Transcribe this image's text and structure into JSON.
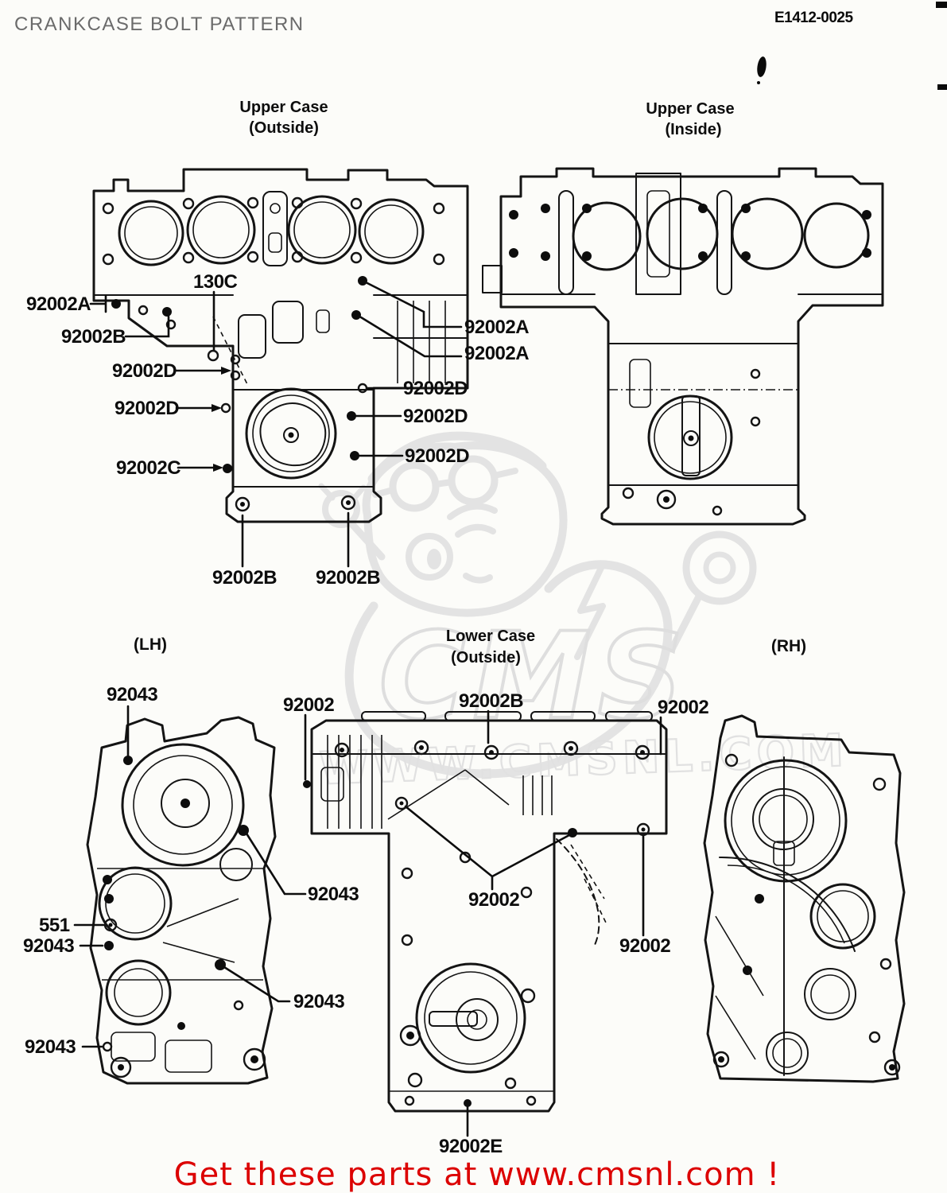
{
  "page": {
    "title": "CRANKCASE BOLT PATTERN",
    "doc_number": "E1412-0025",
    "footer_text": "Get these parts at www.cmsnl.com !"
  },
  "colors": {
    "footer_red": "#dc0000",
    "title_gray": "#6b6b6b",
    "line_black": "#141414",
    "watermark_gray": "#e1e1e1",
    "background": "#fcfcf9"
  },
  "watermark": {
    "brand": "CMS",
    "url": "WWW.CMSNL.COM"
  },
  "sections": {
    "upper_outside": {
      "line1": "Upper Case",
      "line2": "(Outside)"
    },
    "upper_inside": {
      "line1": "Upper Case",
      "line2": "(Inside)"
    },
    "lower_left_tag": "(LH)",
    "lower_center": {
      "line1": "Lower Case",
      "line2": "(Outside)"
    },
    "lower_right_tag": "(RH)"
  },
  "callouts": {
    "ul_92002a": "92002A",
    "ul_92002b": "92002B",
    "ul_130c": "130C",
    "ul_92002d1": "92002D",
    "ul_92002d2": "92002D",
    "ul_92002c": "92002C",
    "ur_92002a1": "92002A",
    "ur_92002a2": "92002A",
    "ur_92002d1": "92002D",
    "ur_92002d2": "92002D",
    "ur_92002d3": "92002D",
    "ub_92002b1": "92002B",
    "ub_92002b2": "92002B",
    "ll_92043_top": "92043",
    "lc_92002_left": "92002",
    "lc_92002b_top": "92002B",
    "lc_92002_right": "92002",
    "ll_92043_right": "92043",
    "lc_92002_mid": "92002",
    "lc_92002_lowright": "92002",
    "ll_551": "551",
    "ll_92043_left": "92043",
    "ll_92043_inner": "92043",
    "ll_92043_bottom": "92043",
    "lc_92002e": "92002E"
  }
}
